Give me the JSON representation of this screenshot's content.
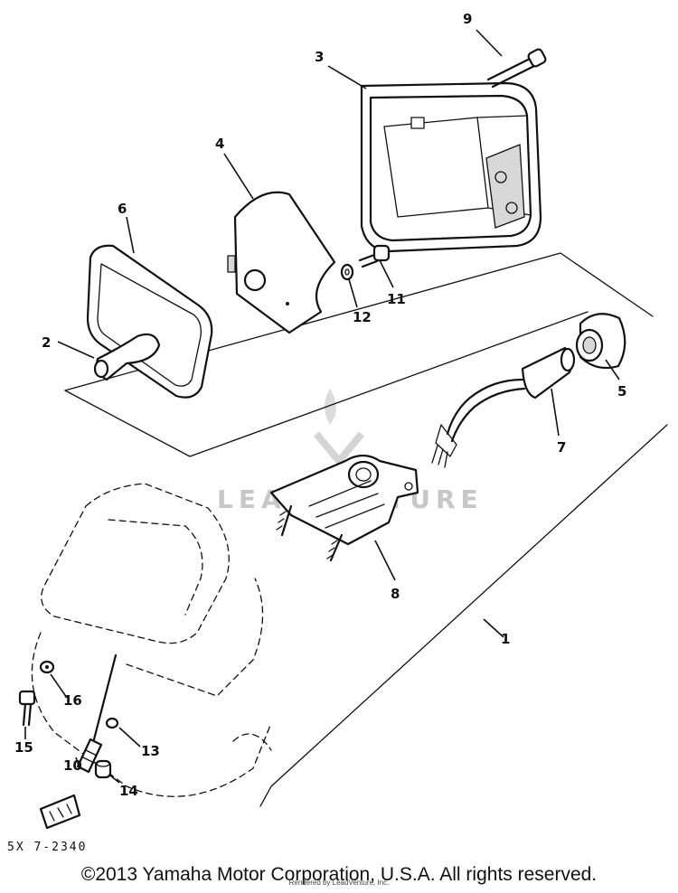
{
  "diagram": {
    "watermark_text": "LEADVENTURE",
    "diagram_code": "5X 7-2340",
    "copyright": "©2013 Yamaha Motor Corporation, U.S.A. All rights reserved.",
    "courtesy": "Rendered by LeadVenture, Inc.",
    "callouts": {
      "c1": "1",
      "c2": "2",
      "c3": "3",
      "c4": "4",
      "c5": "5",
      "c6": "6",
      "c7": "7",
      "c8": "8",
      "c9": "9",
      "c10": "10",
      "c11": "11",
      "c12": "12",
      "c13": "13",
      "c14": "14",
      "c15": "15",
      "c16": "16"
    }
  }
}
